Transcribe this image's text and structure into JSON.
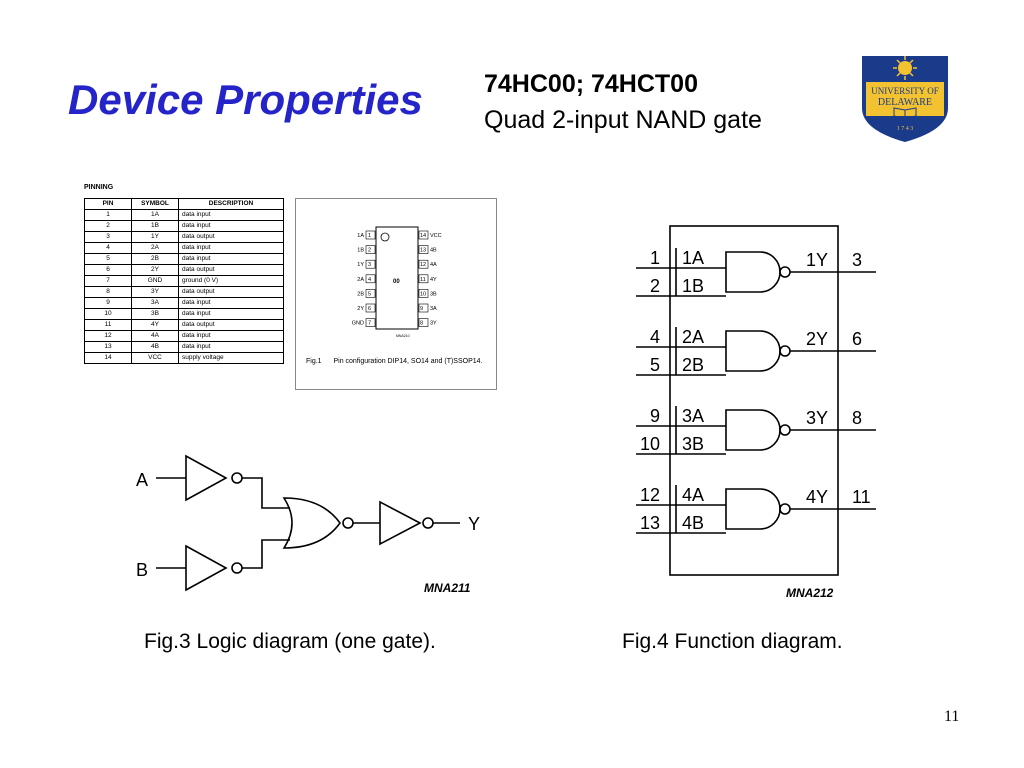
{
  "slide": {
    "title": "Device Properties",
    "device_title": "74HC00; 74HCT00",
    "device_subtitle": "Quad 2-input NAND gate",
    "page_number": "11"
  },
  "logo": {
    "text_line1": "UNIVERSITY OF",
    "text_line2": "DELAWARE",
    "year": "1 7 4 3",
    "colors": {
      "shield": "#1a3a8a",
      "gold": "#f2c230"
    }
  },
  "pinning": {
    "label": "PINNING",
    "headers": [
      "PIN",
      "SYMBOL",
      "DESCRIPTION"
    ],
    "rows": [
      [
        "1",
        "1A",
        "data input"
      ],
      [
        "2",
        "1B",
        "data input"
      ],
      [
        "3",
        "1Y",
        "data output"
      ],
      [
        "4",
        "2A",
        "data input"
      ],
      [
        "5",
        "2B",
        "data input"
      ],
      [
        "6",
        "2Y",
        "data output"
      ],
      [
        "7",
        "GND",
        "ground (0 V)"
      ],
      [
        "8",
        "3Y",
        "data output"
      ],
      [
        "9",
        "3A",
        "data input"
      ],
      [
        "10",
        "3B",
        "data input"
      ],
      [
        "11",
        "4Y",
        "data output"
      ],
      [
        "12",
        "4A",
        "data input"
      ],
      [
        "13",
        "4B",
        "data input"
      ],
      [
        "14",
        "VCC",
        "supply voltage"
      ]
    ]
  },
  "fig1": {
    "chip_label": "00",
    "code": "MNA210",
    "left_pins": [
      [
        "1A",
        "1"
      ],
      [
        "1B",
        "2"
      ],
      [
        "1Y",
        "3"
      ],
      [
        "2A",
        "4"
      ],
      [
        "2B",
        "5"
      ],
      [
        "2Y",
        "6"
      ],
      [
        "GND",
        "7"
      ]
    ],
    "right_pins": [
      [
        "14",
        "VCC"
      ],
      [
        "13",
        "4B"
      ],
      [
        "12",
        "4A"
      ],
      [
        "11",
        "4Y"
      ],
      [
        "10",
        "3B"
      ],
      [
        "9",
        "3A"
      ],
      [
        "8",
        "3Y"
      ]
    ],
    "caption_num": "Fig.1",
    "caption_text": "Pin configuration DIP14, SO14 and (T)SSOP14."
  },
  "fig3": {
    "input_a": "A",
    "input_b": "B",
    "output": "Y",
    "code": "MNA211",
    "caption": "Fig.3  Logic diagram (one gate)."
  },
  "fig4": {
    "code": "MNA212",
    "caption": "Fig.4  Function diagram.",
    "gates": [
      {
        "pin_a": "1",
        "in_a": "1A",
        "pin_b": "2",
        "in_b": "1B",
        "out": "1Y",
        "pin_out": "3"
      },
      {
        "pin_a": "4",
        "in_a": "2A",
        "pin_b": "5",
        "in_b": "2B",
        "out": "2Y",
        "pin_out": "6"
      },
      {
        "pin_a": "9",
        "in_a": "3A",
        "pin_b": "10",
        "in_b": "3B",
        "out": "3Y",
        "pin_out": "8"
      },
      {
        "pin_a": "12",
        "in_a": "4A",
        "pin_b": "13",
        "in_b": "4B",
        "out": "4Y",
        "pin_out": "11"
      }
    ]
  }
}
